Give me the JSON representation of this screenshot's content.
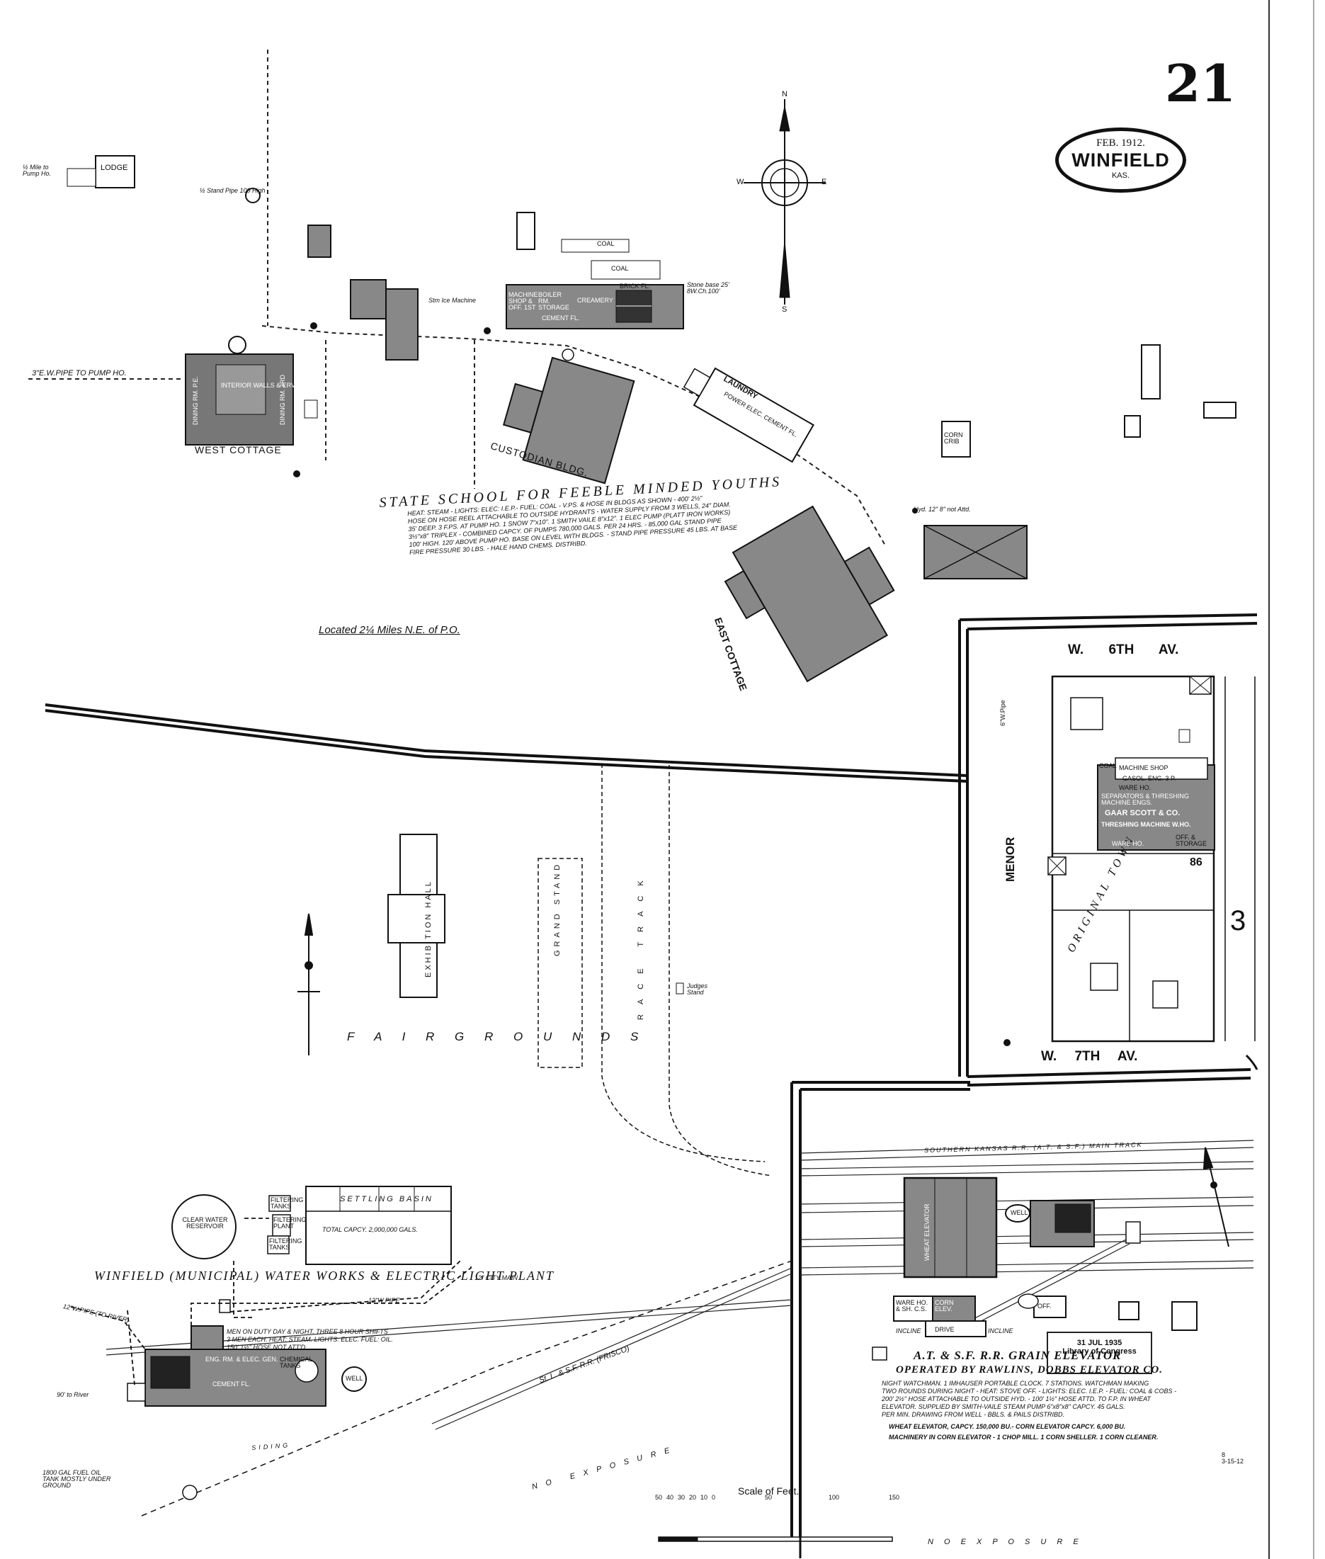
{
  "sheet": {
    "number": "21",
    "date": "FEB. 1912.",
    "city": "WINFIELD",
    "state": "KAS.",
    "sheet_code": "8\n3-15-12"
  },
  "compass": {
    "north": "N",
    "south": "S",
    "east": "E",
    "west": "W"
  },
  "streets": {
    "w6th": "W. 6TH AV.",
    "w7th": "W. 7TH AV.",
    "menor": "MENOR",
    "w7th_pipe": "6\"W.Pipe",
    "block_num": "3",
    "block_86": "86",
    "original_town": "ORIGINAL TOWN"
  },
  "school": {
    "title": "STATE SCHOOL FOR FEEBLE MINDED YOUTHS",
    "notes": "HEAT: STEAM - LIGHTS: ELEC: I.E.P.- FUEL: COAL - V.PS. & HOSE IN BLDGS AS SHOWN - 400' 2½\"\nHOSE ON HOSE REEL ATTACHABLE TO OUTSIDE HYDRANTS - WATER SUPPLY FROM 3 WELLS, 24\" DIAM.\n35' DEEP. 3 F.PS. AT PUMP HO. 1 SNOW 7\"x10\". 1 SMITH VAILE 8\"x12\". 1 ELEC PUMP (PLATT IRON WORKS)\n3½\"x8\" TRIPLEX - COMBINED CAPCY. OF PUMPS 780,000 GALS. PER 24 HRS. - 85,000 GAL STAND PIPE\n100' HIGH. 120' ABOVE PUMP HO. BASE ON LEVEL WITH BLDGS. - STAND PIPE PRESSURE 45 LBS. AT BASE\nFIRE PRESSURE 30 LBS. - HALE HAND CHEMS. DISTRIBD.",
    "location": "Located 2¼ Miles N.E. of P.O.",
    "west_cottage": "WEST COTTAGE",
    "east_cottage": "EAST COTTAGE",
    "custodian": "CUSTODIAN BLDG.",
    "laundry": "LAUNDRY",
    "laundry_sub": "POWER ELEC. CEMENT FL.",
    "lodge": "LODGE",
    "coal1": "COAL",
    "coal2": "COAL",
    "machine_shop": "MACHINE SHOP & OFF. 1ST",
    "boiler_rm": "BOILER RM. STORAGE",
    "creamery": "CREAMERY",
    "brick_fl": "BRICK FL.",
    "cement_fl": "CEMENT FL.",
    "corn_crib": "CORN CRIB",
    "stand_pipe": "½ Stand Pipe 100 High",
    "stone_base": "Stone base 25' 8W.Ch.100'",
    "ice_machine": "Stm Ice Machine",
    "pump_ho_note": "½ Mile to Pump Ho.",
    "pipe_to_pump": "3\"E.W.PIPE TO PUMP HO.",
    "interior": "INTERIOR WALLS & ERVSE",
    "dining_l": "DINING RM. P.E.",
    "dining_r": "DINING RM. 3RD",
    "hydrant_note": "Hyd. 12\" 8\" not Attd."
  },
  "fair": {
    "label": "F A I R    G R O U N D S",
    "exhibition": "EXHIBITION HALL",
    "grand_stand": "GRAND STAND",
    "race_track": "RACE TRACK",
    "judges": "Judges Stand"
  },
  "waterworks": {
    "title": "WINFIELD (MUNICIPAL) WATER WORKS & ELECTRIC LIGHT PLANT",
    "reservoir": "CLEAR WATER RESERVOIR",
    "settling": "SETTLING BASIN",
    "capacity": "TOTAL CAPCY. 2,000,000 GALS.",
    "filtering_tanks": "FILTERING TANKS",
    "filtering_plant": "FILTERING PLANT",
    "filtering_tanks2": "FILTERING TANKS",
    "city_main": "12\" CITY MAIN",
    "ew_pipe": "12\"W.PIPE",
    "notes": "MEN ON DUTY DAY & NIGHT. THREE 8 HOUR SHIFTS\n3 MEN EACH. HEAT: STEAM. LIGHTS: ELEC. FUEL: OIL.\n150' 1½\" HOSE NOT ATT'D.",
    "engine_rm": "ENG. RM. & ELEC. GEN.",
    "cement_fl": "CEMENT FL.",
    "chemical": "CHEMICAL TANKS",
    "well": "WELL",
    "oil_tank": "1800 GAL FUEL OIL TANK MOSTLY UNDER GROUND",
    "to_river": "90' to River",
    "river_pipe": "12\"W.PIPE (TO RIVER)",
    "siding": "SIDING",
    "frisco": "St. L. & S.F. R.R. (FRISCO)",
    "no_exposure1": "NO   EXPOSURE",
    "no_exposure2": "N O    E X P O S U R E"
  },
  "elevator": {
    "title": "A.T. & S.F. R.R. GRAIN ELEVATOR",
    "operator": "OPERATED BY RAWLINS, DOBBS ELEVATOR CO.",
    "notes": "NIGHT WATCHMAN. 1 IMHAUSER PORTABLE CLOCK. 7 STATIONS. WATCHMAN MAKING\nTWO ROUNDS DURING NIGHT - HEAT: STOVE OFF. - LIGHTS: ELEC. I.E.P. - FUEL: COAL & COBS -\n200' 2½\" HOSE ATTACHABLE TO OUTSIDE HYD. - 100' 1½\" HOSE ATTD. TO F.P. IN WHEAT\nELEVATOR. SUPPLIED BY SMITH-VAILE STEAM PUMP 6\"x8\"x8\" CAPCY. 45 GALS.\nPER MIN. DRAWING FROM WELL - BBLS. & PAILS DISTRIBD.",
    "capacity": "WHEAT ELEVATOR, CAPCY. 150,000 BU.- CORN ELEVATOR CAPCY. 6,000 BU.",
    "machinery": "MACHINERY IN CORN ELEVATOR - 1 CHOP MILL. 1 CORN SHELLER. 1 CORN CLEANER.",
    "main_track": "SOUTHERN KANSAS R.R. (A.T. & S.F.) MAIN TRACK",
    "wheat_elev": "WHEAT ELEVATOR",
    "drive": "DRIVE",
    "incline1": "INCLINE",
    "incline2": "INCLINE",
    "well": "WELL",
    "off": "OFF.",
    "ware": "WARE HO. & SH. C.S.",
    "corn_elev": "CORN ELEV.",
    "stamp": "31 JUL 1935\nLibrary of Congress"
  },
  "block": {
    "machine_shop": "MACHINE SHOP",
    "ware_ho1": "WARE HO.",
    "separators": "SEPARATORS & THRESHING MACHINE ENGS.",
    "gaar": "GAAR SCOTT & CO.",
    "threshing": "THRESHING MACHINE W.HO.",
    "ware_ho2": "WARE HO.",
    "off_storage": "OFF. & STORAGE",
    "coal": "COAL",
    "gasol": "GASOL. ENG. 3 P."
  },
  "scale": {
    "title": "Scale of Feet.",
    "ticks": [
      "50",
      "40",
      "30",
      "20",
      "10",
      "0",
      "50",
      "100",
      "150"
    ]
  }
}
